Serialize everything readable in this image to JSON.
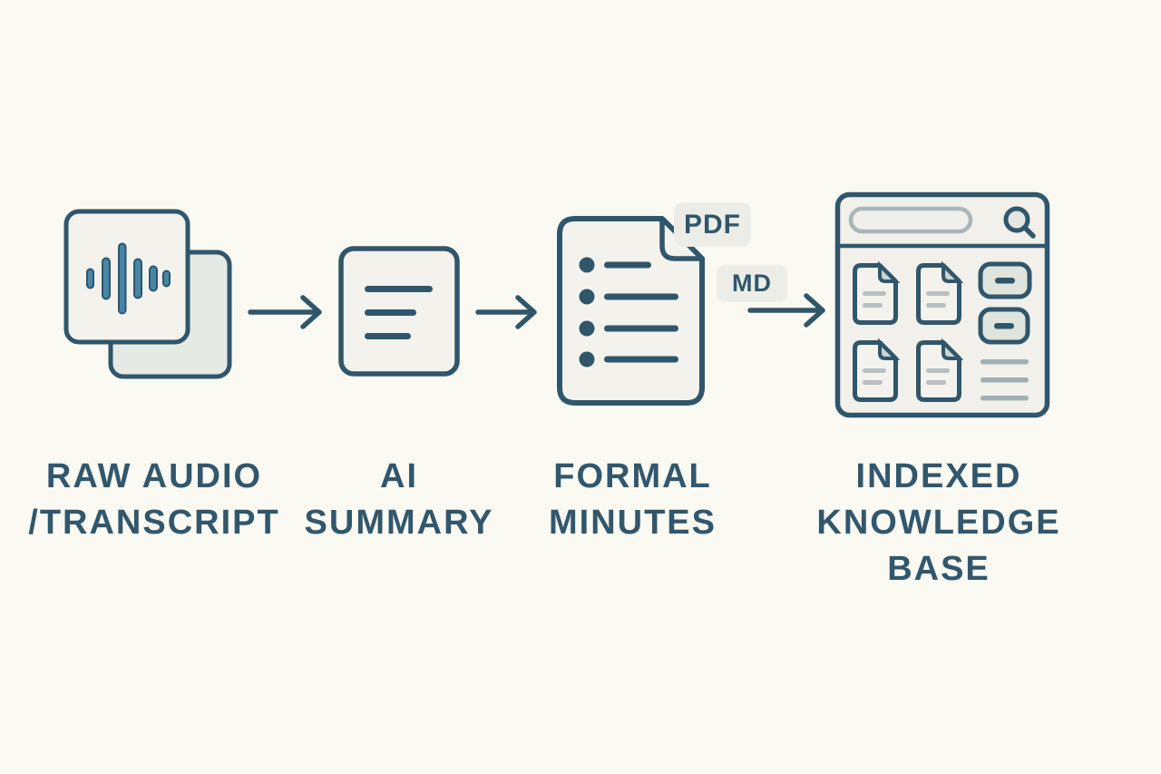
{
  "colors": {
    "background": "#faf9f2",
    "ink": "#2f566b",
    "label_text": "#31576d",
    "waveform_teal": "#4886a3",
    "card_fill": "#f3f2ec",
    "back_card_fill": "#e6eae4",
    "badge_fill": "#ecede6",
    "muted_line": "#9fb0b5"
  },
  "steps": [
    {
      "id": "raw-audio-transcript",
      "icon": "audio-waveform-stack-icon",
      "label_lines": [
        "RAW AUDIO",
        "/TRANSCRIPT"
      ]
    },
    {
      "id": "ai-summary",
      "icon": "summary-document-icon",
      "label_lines": [
        "AI",
        "SUMMARY"
      ]
    },
    {
      "id": "formal-minutes",
      "icon": "bulleted-document-icon",
      "label_lines": [
        "FORMAL",
        "MINUTES"
      ],
      "format_badges": [
        "PDF",
        "MD"
      ]
    },
    {
      "id": "indexed-knowledge-base",
      "icon": "knowledge-base-window-icon",
      "label_lines": [
        "INDEXED",
        "KNOWLEDGE",
        "BASE"
      ]
    }
  ],
  "arrows": [
    "arrow-1",
    "arrow-2",
    "arrow-3"
  ]
}
